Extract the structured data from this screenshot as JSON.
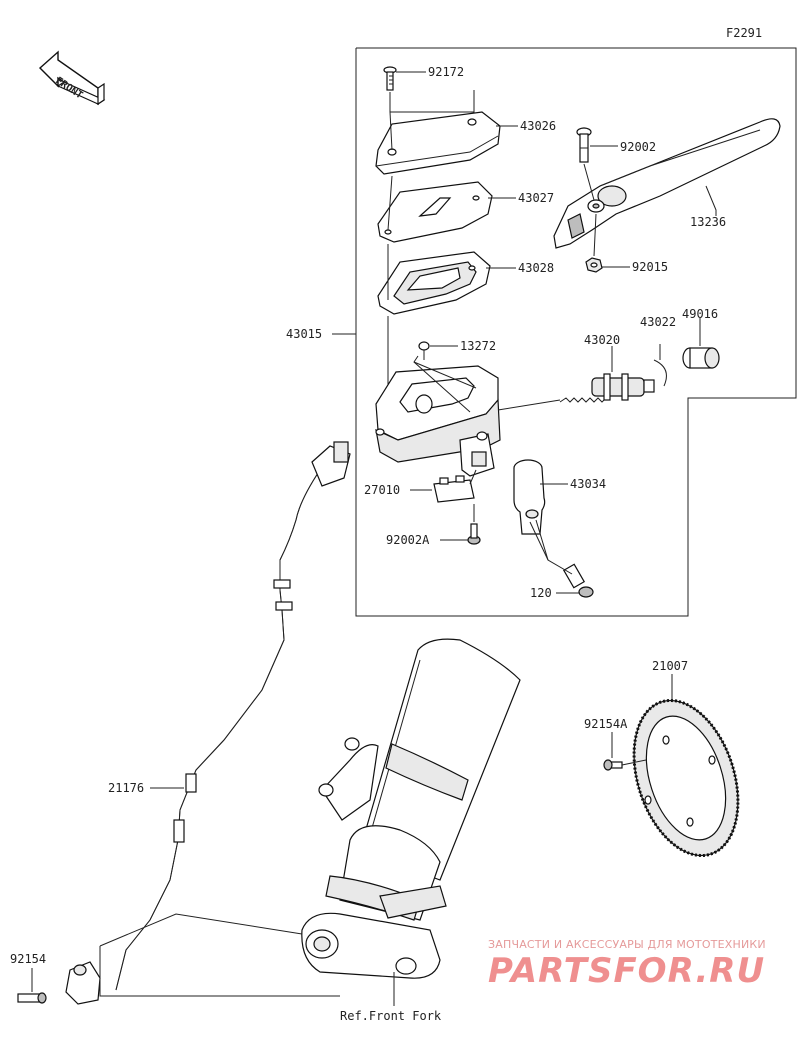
{
  "figure_code": "F2291",
  "front_tag": "FRONT",
  "parts": {
    "p92172": "92172",
    "p43026": "43026",
    "p92002": "92002",
    "p43027": "43027",
    "p13236": "13236",
    "p43028": "43028",
    "p92015": "92015",
    "p43015": "43015",
    "p43022": "43022",
    "p49016": "49016",
    "p13272": "13272",
    "p43020": "43020",
    "p27010": "27010",
    "p43034": "43034",
    "p92002A": "92002A",
    "p120": "120",
    "p21007": "21007",
    "p92154A": "92154A",
    "p21176": "21176",
    "p92154": "92154"
  },
  "ref_label": "Ref.Front Fork",
  "watermark": {
    "tagline": "ЗАПЧАСТИ И АКСЕССУАРЫ ДЛЯ МОТОТЕХНИКИ",
    "logo": "PARTSFOR.RU"
  }
}
